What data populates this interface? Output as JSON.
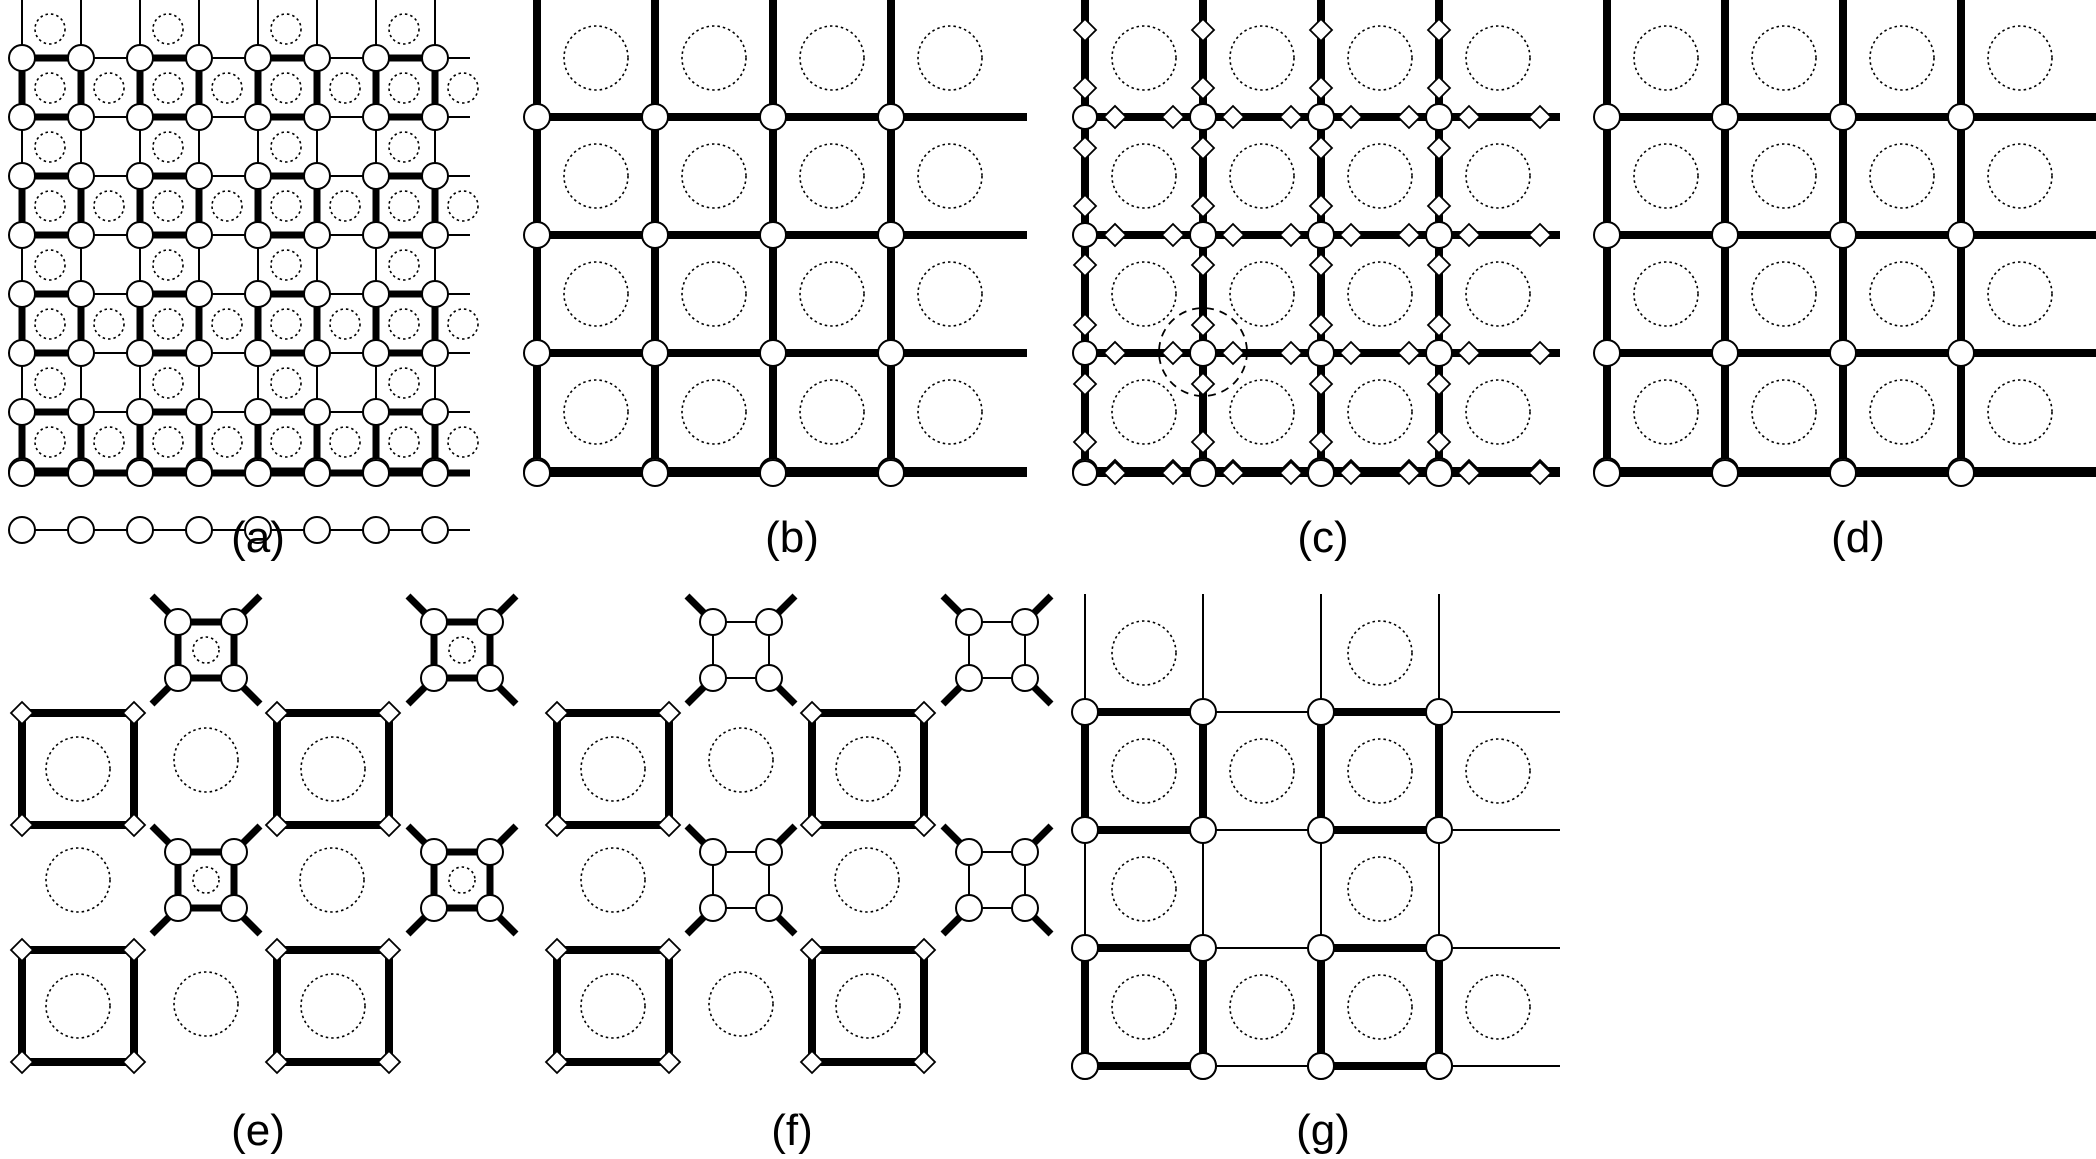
{
  "panels": [
    {
      "id": "a",
      "label": "(a)",
      "type": "dense"
    },
    {
      "id": "b",
      "label": "(b)",
      "type": "square"
    },
    {
      "id": "c",
      "label": "(c)",
      "type": "diamond"
    },
    {
      "id": "d",
      "label": "(d)",
      "type": "square"
    },
    {
      "id": "e",
      "label": "(e)",
      "type": "octagon",
      "small_squares": "thick"
    },
    {
      "id": "f",
      "label": "(f)",
      "type": "octagon",
      "small_squares": "thin"
    },
    {
      "id": "g",
      "label": "(g)",
      "type": "checker"
    }
  ],
  "colors": {
    "line": "#000000",
    "node_fill": "#ffffff",
    "background": "#ffffff"
  }
}
